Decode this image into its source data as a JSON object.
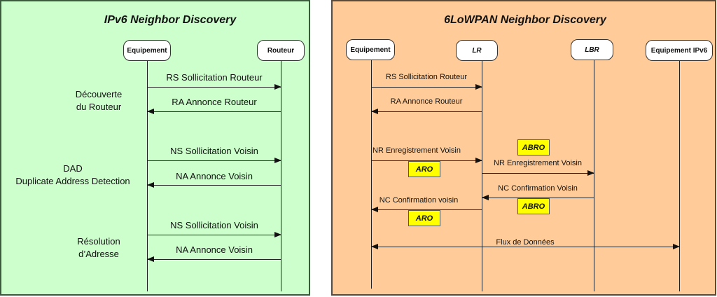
{
  "left": {
    "title": "IPv6 Neighbor Discovery",
    "background": "#ccffcc",
    "actors": [
      "Equipement",
      "Routeur"
    ],
    "phases": [
      {
        "line1": "Découverte",
        "line2": "du Routeur"
      },
      {
        "line1": "DAD",
        "line2": "Duplicate Address Detection"
      },
      {
        "line1": "Résolution",
        "line2": "d’Adresse"
      }
    ],
    "messages": [
      "RS Sollicitation Routeur",
      "RA Annonce Routeur",
      "NS Sollicitation Voisin",
      "NA Annonce Voisin",
      "NS Sollicitation Voisin",
      "NA Annonce Voisin"
    ]
  },
  "right": {
    "title": "6LoWPAN Neighbor Discovery",
    "background": "#ffcc99",
    "actors": [
      "Equipement",
      "LR",
      "LBR",
      "Equipement IPv6"
    ],
    "messages": [
      "RS Sollicitation Routeur",
      "RA Annonce Routeur",
      "NR Enregistrement Voisin",
      "NR Enregistrement Voisin",
      "NC Confirmation Voisin",
      "NC Confirmation voisin",
      "Flux de Données"
    ],
    "tags": [
      "ABRO",
      "ARO",
      "ABRO",
      "ARO"
    ],
    "tag_color": "#ffff00"
  }
}
